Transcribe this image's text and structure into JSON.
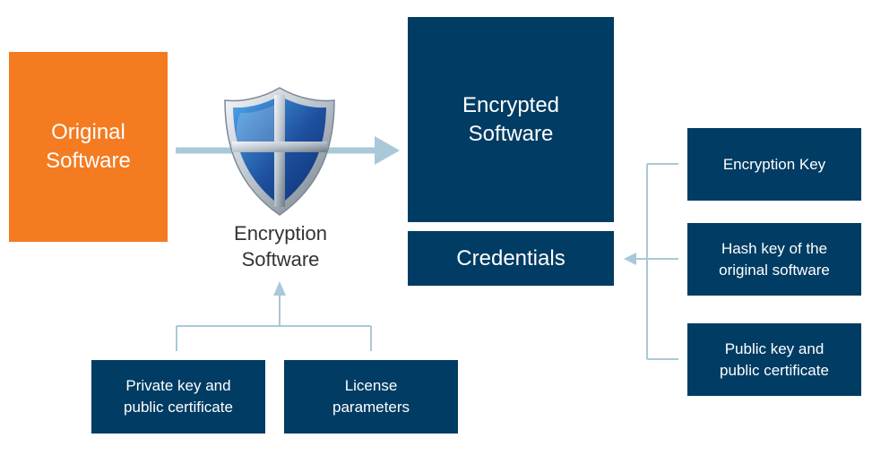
{
  "original_software": {
    "line1": "Original",
    "line2": "Software"
  },
  "encryption_software": {
    "line1": "Encryption",
    "line2": "Software",
    "icon": "shield-icon"
  },
  "encrypted_software": {
    "line1": "Encrypted",
    "line2": "Software"
  },
  "credentials": {
    "label": "Credentials"
  },
  "credential_sources": [
    {
      "line1": "Encryption Key",
      "line2": ""
    },
    {
      "line1": "Hash key of the",
      "line2": "original software"
    },
    {
      "line1": "Public key and",
      "line2": "public certificate"
    }
  ],
  "encryption_inputs": [
    {
      "line1": "Private key and",
      "line2": "public certificate"
    },
    {
      "line1": "License",
      "line2": "parameters"
    }
  ],
  "colors": {
    "orange": "#f47b20",
    "navy": "#003c63",
    "connector": "#a9c9d8",
    "shield_blue": "#1d4f9e"
  }
}
